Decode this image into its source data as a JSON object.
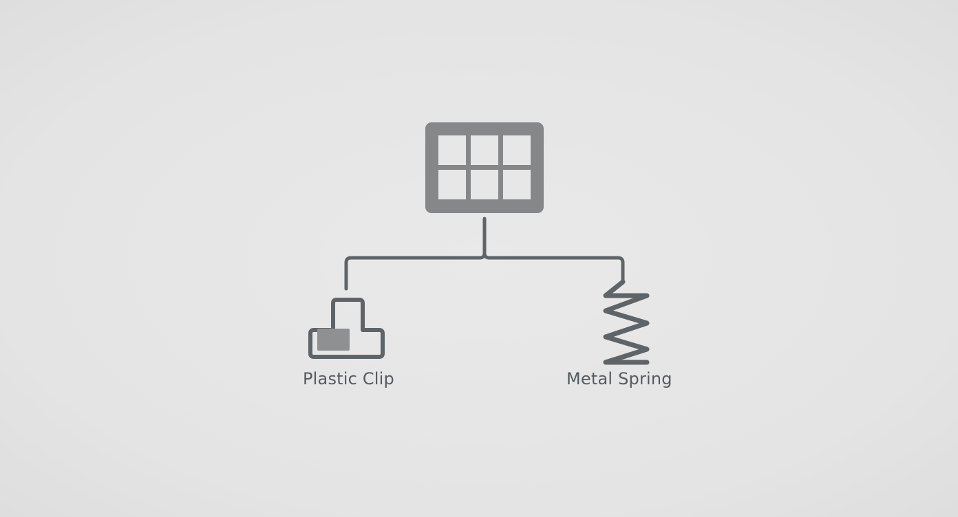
{
  "diagram": {
    "nodes": [
      {
        "id": "root",
        "icon": "grid-panel-icon"
      },
      {
        "id": "clip",
        "icon": "plastic-clip-icon",
        "label": "Plastic Clip"
      },
      {
        "id": "spring",
        "icon": "metal-spring-icon",
        "label": "Metal Spring"
      }
    ],
    "edges": [
      {
        "from": "root",
        "to": "clip"
      },
      {
        "from": "root",
        "to": "spring"
      }
    ],
    "colors": {
      "background": "#e6e6e6",
      "icon_fill": "#85888a",
      "line": "#5f6468",
      "text": "#545a5f",
      "clip_fill": "#8e9092"
    }
  }
}
